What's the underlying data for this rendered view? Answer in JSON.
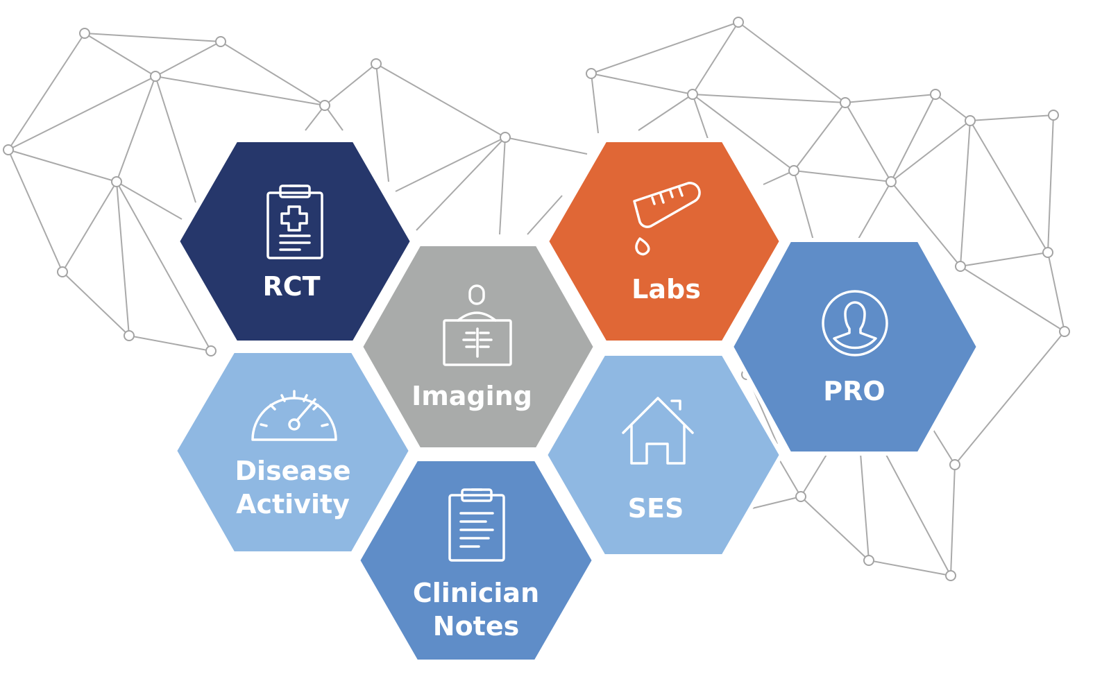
{
  "colors": {
    "navy": "#26376b",
    "gray": "#a9abaa",
    "orange": "#e06736",
    "mid_blue": "#5f8dc8",
    "light_blue": "#8fb8e2",
    "network_line": "#a9a9a9"
  },
  "tiles": [
    {
      "id": "rct",
      "lines": [
        "RCT"
      ],
      "icon": "clipboard-medical-icon",
      "color": "#26376b"
    },
    {
      "id": "imaging",
      "lines": [
        "Imaging"
      ],
      "icon": "xray-icon",
      "color": "#a9abaa"
    },
    {
      "id": "labs",
      "lines": [
        "Labs"
      ],
      "icon": "test-tube-icon",
      "color": "#e06736"
    },
    {
      "id": "pro",
      "lines": [
        "PRO"
      ],
      "icon": "patient-profile-icon",
      "color": "#5f8dc8"
    },
    {
      "id": "disease-activity",
      "lines": [
        "Disease",
        "Activity"
      ],
      "icon": "gauge-icon",
      "color": "#8fb8e2"
    },
    {
      "id": "clinician-notes",
      "lines": [
        "Clinician",
        "Notes"
      ],
      "icon": "clipboard-notes-icon",
      "color": "#5f8dc8"
    },
    {
      "id": "ses",
      "lines": [
        "SES"
      ],
      "icon": "house-icon",
      "color": "#8fb8e2"
    }
  ]
}
